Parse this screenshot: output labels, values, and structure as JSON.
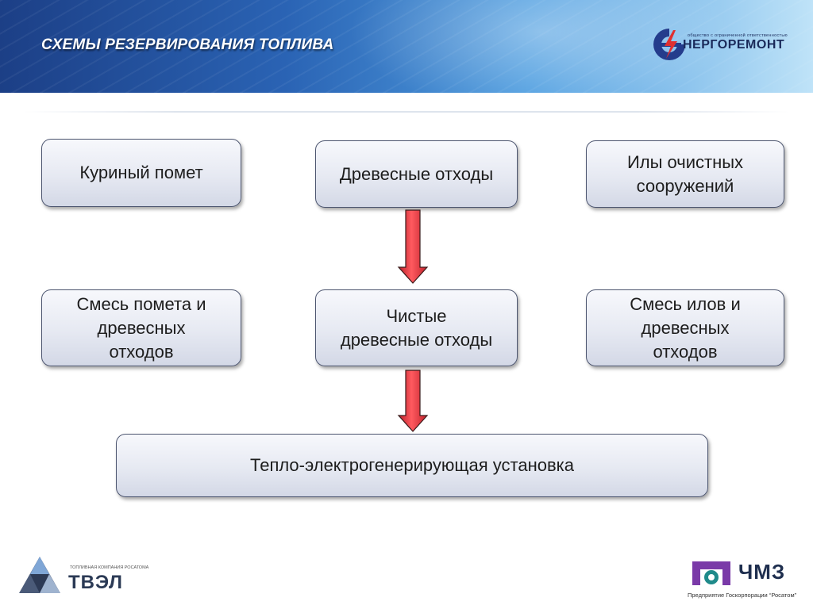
{
  "slide": {
    "title": "СХЕМЫ РЕЗЕРВИРОВАНИЯ ТОПЛИВА"
  },
  "header_logo": {
    "small_text": "общество с ограниченной ответственностью",
    "name": "НЕРГОРЕМОНТ",
    "colors": {
      "emblem_blue": "#243c8c",
      "emblem_red": "#e03030"
    }
  },
  "boxes": {
    "chicken_manure": "Куриный помет",
    "wood_waste": "Древесные отходы",
    "sewage_sludge": "Илы очистных\nсооружений",
    "manure_wood_mix": "Смесь помета и\nдревесных\nотходов",
    "clean_wood_waste": "Чистые\nдревесные отходы",
    "sludge_wood_mix": "Смесь илов и\nдревесных\nотходов",
    "plant": "Тепло-электрогенерирующая установка"
  },
  "arrows": {
    "color": "#e0333a",
    "items": [
      "wood-waste-to-clean-wood-waste",
      "clean-wood-waste-to-plant"
    ]
  },
  "footer": {
    "tvel": {
      "small_text": "ТОПЛИВНАЯ КОМПАНИЯ РОСАТОМА",
      "name": "ТВЭЛ"
    },
    "chmz": {
      "name": "ЧМЗ",
      "caption": "Предприятие Госкорпорации “Росатом”",
      "colors": {
        "purple": "#7a3aa8",
        "teal": "#1f8a8a"
      }
    }
  },
  "colors": {
    "header_dark": "#1c3f86",
    "header_light": "#bfe3f8",
    "box_border": "#4d5670",
    "arrow": "#e0333a"
  }
}
